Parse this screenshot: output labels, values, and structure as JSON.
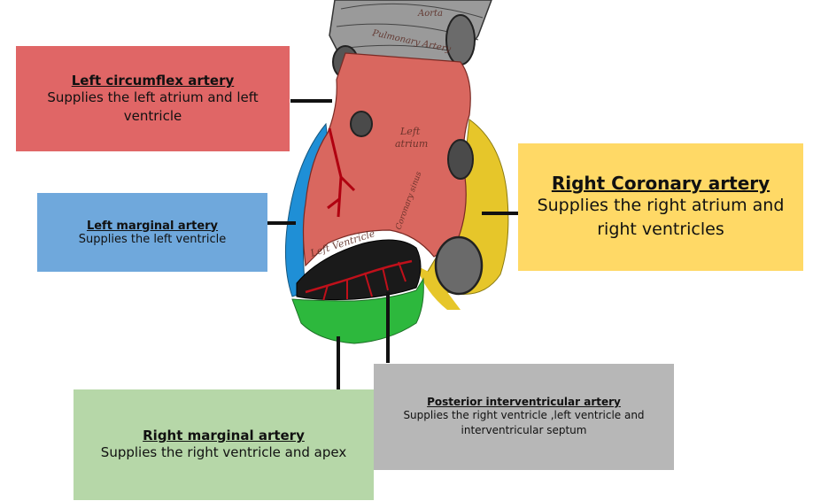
{
  "heart_labels": {
    "aorta": "Aorta",
    "pulmonary": "Pulmonary Artery",
    "left_atrium_1": "Left",
    "left_atrium_2": "atrium",
    "left_ventricle": "Left Ventricle",
    "coronary_sinus": "Coronary sinus"
  },
  "annotations": {
    "left_circumflex": {
      "title": "Left circumflex artery",
      "description": "Supplies the left atrium and left ventricle",
      "color": "#e06666"
    },
    "left_marginal": {
      "title": "Left marginal artery",
      "description": "Supplies the left ventricle",
      "color": "#6fa8dc"
    },
    "right_coronary": {
      "title": "Right Coronary artery",
      "description": "Supplies the right atrium and right ventricles",
      "color": "#ffd966"
    },
    "right_marginal": {
      "title": "Right marginal artery",
      "description": "Supplies the right ventricle and apex",
      "color": "#b6d7a8"
    },
    "posterior_interventricular": {
      "title": "Posterior interventricular artery",
      "description": "Supplies the right ventricle ,left ventricle and interventricular septum",
      "color": "#b7b7b7"
    }
  }
}
